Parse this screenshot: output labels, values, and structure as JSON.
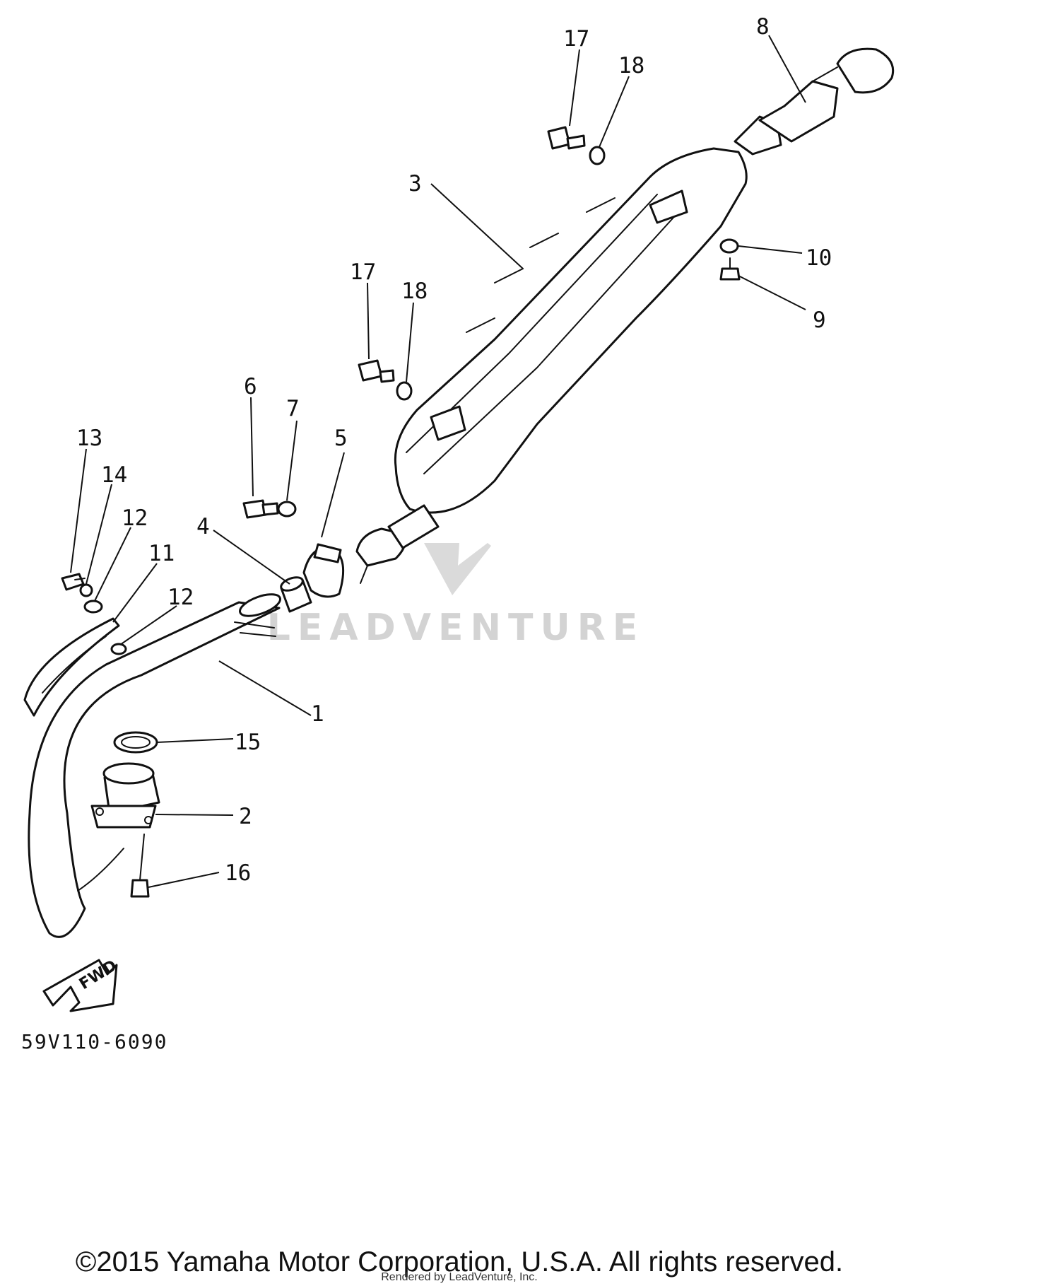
{
  "diagram": {
    "callouts": [
      "1",
      "2",
      "3",
      "4",
      "5",
      "6",
      "7",
      "8",
      "9",
      "10",
      "11",
      "12",
      "12",
      "13",
      "14",
      "15",
      "16",
      "17",
      "17",
      "18",
      "18"
    ],
    "direction_label": "FWD",
    "diagram_code": "59V110-6090",
    "watermark": "LEADVENTURE"
  },
  "footer": {
    "copyright": "©2015 Yamaha Motor Corporation, U.S.A. All rights reserved.",
    "rendered_by": "Rendered by LeadVenture, Inc."
  }
}
